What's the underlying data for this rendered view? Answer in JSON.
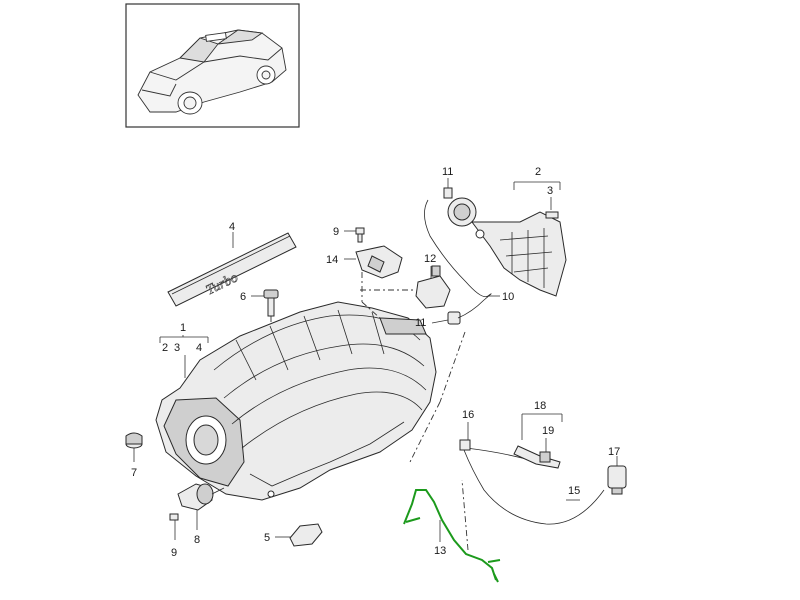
{
  "callouts": {
    "c1": "1",
    "c1_2": "2",
    "c1_3": "3",
    "c1_4": "4",
    "c2": "2",
    "c3": "3",
    "c4": "4",
    "c5": "5",
    "c6": "6",
    "c7": "7",
    "c8": "8",
    "c9a": "9",
    "c9b": "9",
    "c10": "10",
    "c11a": "11",
    "c11b": "11",
    "c12": "12",
    "c13": "13",
    "c14": "14",
    "c15": "15",
    "c16": "16",
    "c17": "17",
    "c18": "18",
    "c19": "19"
  },
  "trim_strip_lettering": "Turbo",
  "colors": {
    "highlight": "#1c9a1c",
    "line": "#2a2a2a"
  }
}
